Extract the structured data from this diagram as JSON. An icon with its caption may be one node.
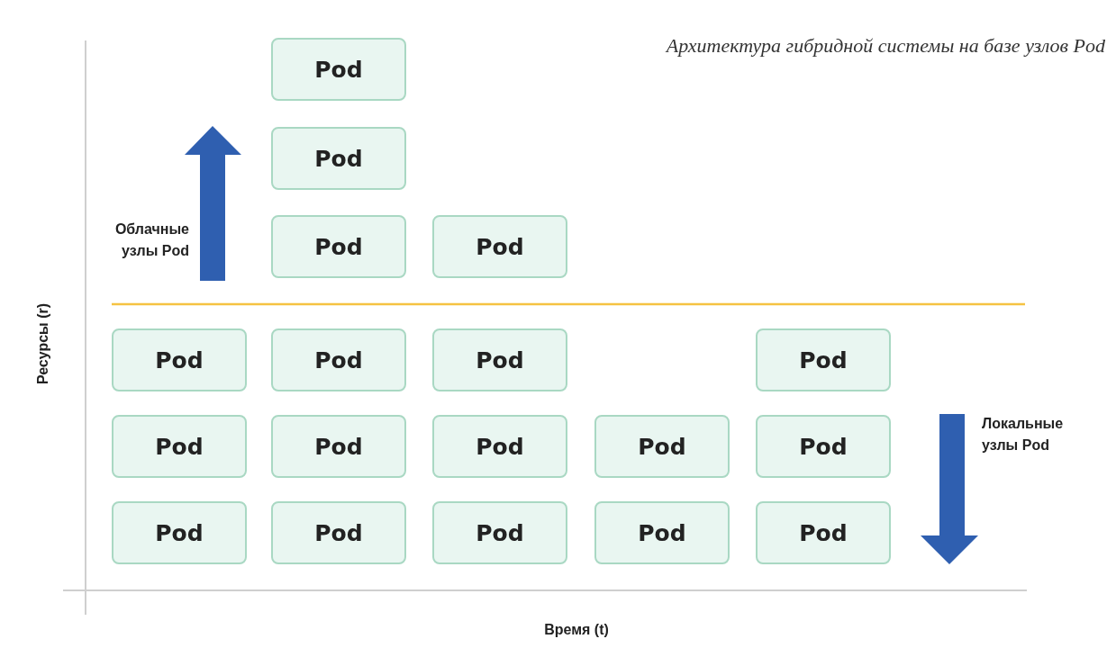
{
  "diagram": {
    "title": "Архитектура гибридной системы на базе узлов Pod",
    "nodes": [
      {
        "text": [
          "Pod"
        ]
      },
      {
        "text": [
          "Pod"
        ]
      },
      {
        "text": [
          "Pod"
        ]
      },
      {
        "text": [
          "Pod"
        ]
      },
      {
        "text": [
          "Pod"
        ]
      },
      {
        "text": [
          "Pod"
        ]
      },
      {
        "text": [
          "Pod"
        ]
      },
      {
        "text": [
          "Pod"
        ]
      },
      {
        "text": [
          "Pod"
        ]
      },
      {
        "text": [
          "Pod"
        ]
      },
      {
        "text": [
          "Pod"
        ]
      },
      {
        "text": [
          "Pod"
        ]
      },
      {
        "text": [
          "Pod"
        ]
      },
      {
        "text": [
          "Pod"
        ]
      },
      {
        "text": [
          "Pod"
        ]
      },
      {
        "text": [
          "Pod"
        ]
      },
      {
        "text": [
          "Pod"
        ]
      },
      {
        "text": [
          "Pod"
        ]
      }
    ],
    "edges": [],
    "labels": [
      "Облачные узлы Pod",
      "Локальные узлы Pod",
      "Ресурсы (r)",
      "Время (t)"
    ]
  }
}
